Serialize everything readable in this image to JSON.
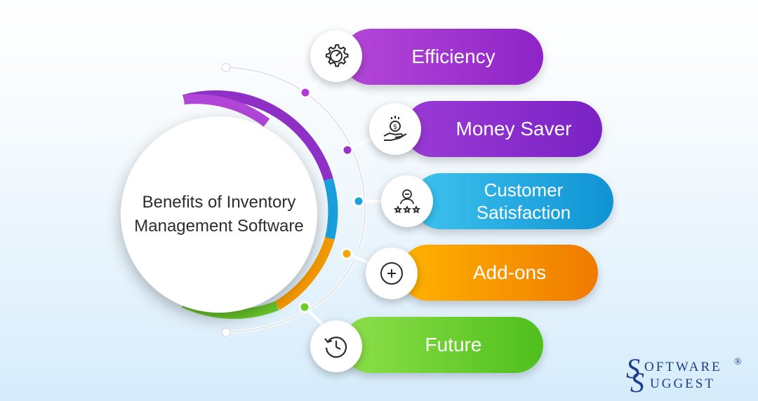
{
  "center": {
    "title": "Benefits of Inventory Management Software"
  },
  "benefits": [
    {
      "label": "Efficiency",
      "icon": "gear-speed-icon",
      "color_from": "#b547d9",
      "color_to": "#8e24c7",
      "dot": "#b23ad6"
    },
    {
      "label": "Money Saver",
      "icon": "money-hand-icon",
      "color_from": "#9b3bd6",
      "color_to": "#7a22c4",
      "dot": "#9a33c9"
    },
    {
      "label": "Customer Satisfaction",
      "icon": "customer-rating-icon",
      "color_from": "#3ec3ef",
      "color_to": "#0f93d3",
      "dot": "#1aa3de"
    },
    {
      "label": "Add-ons",
      "icon": "plus-circle-icon",
      "color_from": "#ffb300",
      "color_to": "#f07a00",
      "dot": "#f6a400"
    },
    {
      "label": "Future",
      "icon": "clock-refresh-icon",
      "color_from": "#8ee04a",
      "color_to": "#4fbf1d",
      "dot": "#6ccd2a"
    }
  ],
  "brand": {
    "line1_big": "S",
    "line1_rest": "OFTWARE",
    "registered": "®",
    "line2_big": "S",
    "line2_rest": "UGGEST",
    "color": "#1d3e8c"
  }
}
